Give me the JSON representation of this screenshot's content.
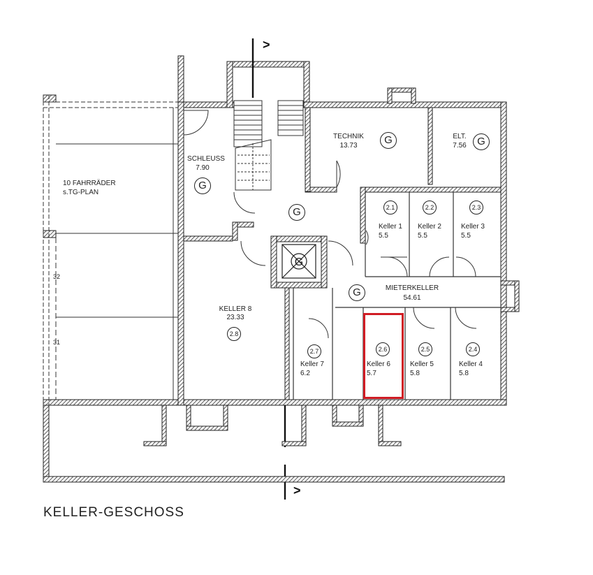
{
  "title": "KELLER-GESCHOSS",
  "section_marks": [
    ">",
    ">"
  ],
  "room_badge_symbol": "G",
  "rooms": {
    "technik": {
      "name": "TECHNIK",
      "area": "13.73"
    },
    "elt": {
      "name": "ELT.",
      "area": "7.56"
    },
    "schleuss": {
      "name": "SCHLEUSS",
      "area": "7.90"
    },
    "fahrraeder": {
      "line1": "10 FAHRRÄDER",
      "line2": "s.TG-PLAN"
    },
    "mieterkeller": {
      "name": "MIETERKELLER",
      "area": "54.61"
    },
    "keller8": {
      "name": "KELLER 8",
      "area": "23.33",
      "num": "2.8"
    },
    "keller1": {
      "name": "Keller 1",
      "area": "5.5",
      "num": "2.1"
    },
    "keller2": {
      "name": "Keller 2",
      "area": "5.5",
      "num": "2.2"
    },
    "keller3": {
      "name": "Keller 3",
      "area": "5.5",
      "num": "2.3"
    },
    "keller7": {
      "name": "Keller 7",
      "area": "6.2",
      "num": "2.7"
    },
    "keller6": {
      "name": "Keller 6",
      "area": "5.7",
      "num": "2.6"
    },
    "keller5": {
      "name": "Keller 5",
      "area": "5.8",
      "num": "2.5"
    },
    "keller4": {
      "name": "Keller 4",
      "area": "5.8",
      "num": "2.4"
    }
  },
  "parking_numbers": [
    "32",
    "31"
  ],
  "elevator_mark": "G",
  "highlight_color": "#d01c24"
}
